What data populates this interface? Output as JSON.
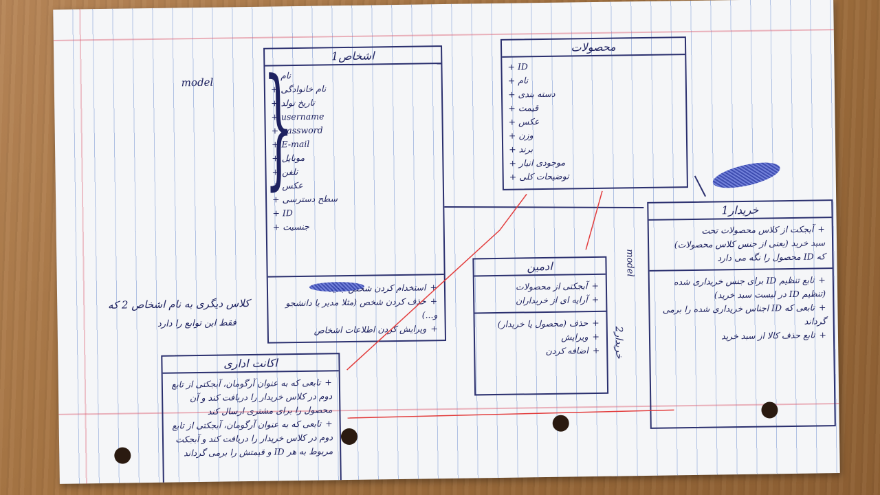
{
  "model_label": "model",
  "persons_box": {
    "title": "اشخاص1",
    "attributes": [
      "نام",
      "نام خانوادگی",
      "تاریخ تولد",
      "username",
      "password",
      "E-mail",
      "موبایل",
      "تلفن",
      "عکس",
      "سطح دسترسی",
      "ID",
      "جنسیت"
    ],
    "methods": [
      "استخدام کردن شخص جدید",
      "حذف کردن شخص (مثلا مدیر یا دانشجو و...)",
      "ویرایش کردن اطلاعات اشخاص"
    ]
  },
  "persons2_note": {
    "line1": "کلاس دیگری به نام اشخاص 2 که",
    "line2": "فقط این توابع را دارد"
  },
  "products_box": {
    "title": "محصولات",
    "attributes": [
      "ID",
      "نام",
      "دسته بندی",
      "قیمت",
      "عکس",
      "وزن",
      "برند",
      "موجودی انبار",
      "توضیحات کلی"
    ]
  },
  "admin_box": {
    "title": "ادمین",
    "attributes": [
      "آبجکتی از محصولات",
      "آرایه ای از خریداران"
    ],
    "methods": [
      "حذف (محصول یا خریدار)",
      "ویرایش",
      "اضافه کردن"
    ]
  },
  "buyer_box": {
    "title": "خریدار1",
    "attributes": [
      "آبجکت از کلاس محصولات تحت",
      "سبد خرید (یعنی از جنس کلاس محصولات)",
      "که ID محصول را نگه می دارد"
    ],
    "methods": [
      "تابع تنظیم ID برای جنس خریداری شده (تنظیم ID در لیست سبد خرید)",
      "تابعی که ID اجناس خریداری شده را برمی گرداند",
      "تابع حذف کالا از سبد خرید"
    ]
  },
  "buyer2_label": "خریدار2",
  "model_side_label": "model",
  "accounting_box": {
    "title": "اکانت اداری",
    "methods": [
      "تابعی که به عنوان آرگومان، آبجکتی از تابع دوم در کلاس خریدار را دریافت کند و آن محصول را برای مشتری ارسال کند",
      "تابعی که به عنوان آرگومان، آبجکتی از تابع دوم در کلاس خریدار را دریافت کند و آبجکت مربوط به هر ID و قیمتش را برمی گرداند"
    ]
  },
  "colors": {
    "ink": "#1e2260",
    "red_arrow": "#e23b3b"
  }
}
